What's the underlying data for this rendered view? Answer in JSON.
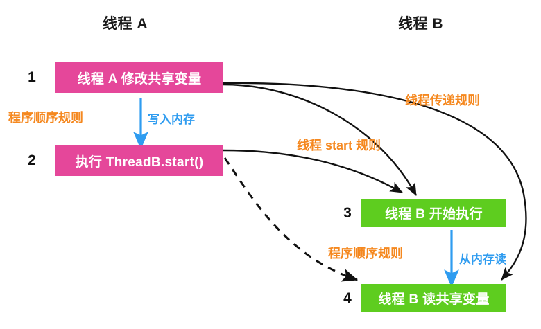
{
  "diagram": {
    "title_note": "Java happens-before thread visibility diagram",
    "background_color": "#ffffff",
    "colors": {
      "pink_node": "#e5479a",
      "green_node": "#5ecd1f",
      "rule_label": "#f5881f",
      "memory_label": "#2f9cf0",
      "edge": "#111111",
      "text_on_node": "#ffffff"
    },
    "columns": [
      {
        "name": "thread-a",
        "label": "线程 A"
      },
      {
        "name": "thread-b",
        "label": "线程 B"
      }
    ],
    "steps": [
      {
        "number": "1",
        "label": "线程 A 修改共享变量",
        "color": "pink"
      },
      {
        "number": "2",
        "label": "执行 ThreadB.start()",
        "color": "pink"
      },
      {
        "number": "3",
        "label": "线程 B 开始执行",
        "color": "green"
      },
      {
        "number": "4",
        "label": "线程 B 读共享变量",
        "color": "green"
      }
    ],
    "rule_labels": [
      {
        "name": "program-order-rule-a",
        "label": "程序顺序规则"
      },
      {
        "name": "thread-start-rule",
        "label": "线程 start 规则"
      },
      {
        "name": "thread-transitivity-rule",
        "label": "线程传递规则"
      },
      {
        "name": "program-order-rule-b",
        "label": "程序顺序规则"
      }
    ],
    "memory_labels": [
      {
        "name": "write-to-memory",
        "label": "写入内存"
      },
      {
        "name": "read-from-memory",
        "label": "从内存读"
      }
    ],
    "edges": [
      {
        "name": "edge-1-to-3",
        "from": "1",
        "to": "3",
        "style": "solid-curve",
        "rule": "线程传递规则"
      },
      {
        "name": "edge-2-to-3",
        "from": "2",
        "to": "3",
        "style": "solid-curve",
        "rule": "线程 start 规则"
      },
      {
        "name": "edge-2-to-4",
        "from": "2",
        "to": "4",
        "style": "dashed-curve",
        "rule": "程序顺序规则"
      },
      {
        "name": "edge-1-to-4",
        "from": "1",
        "to": "4",
        "style": "solid-curve",
        "rule": "线程传递规则"
      },
      {
        "name": "edge-1-to-2-write",
        "from": "1",
        "to": "2",
        "style": "straight-blue",
        "rule": "写入内存"
      },
      {
        "name": "edge-3-to-4-read",
        "from": "3",
        "to": "4",
        "style": "straight-blue",
        "rule": "从内存读"
      }
    ]
  }
}
